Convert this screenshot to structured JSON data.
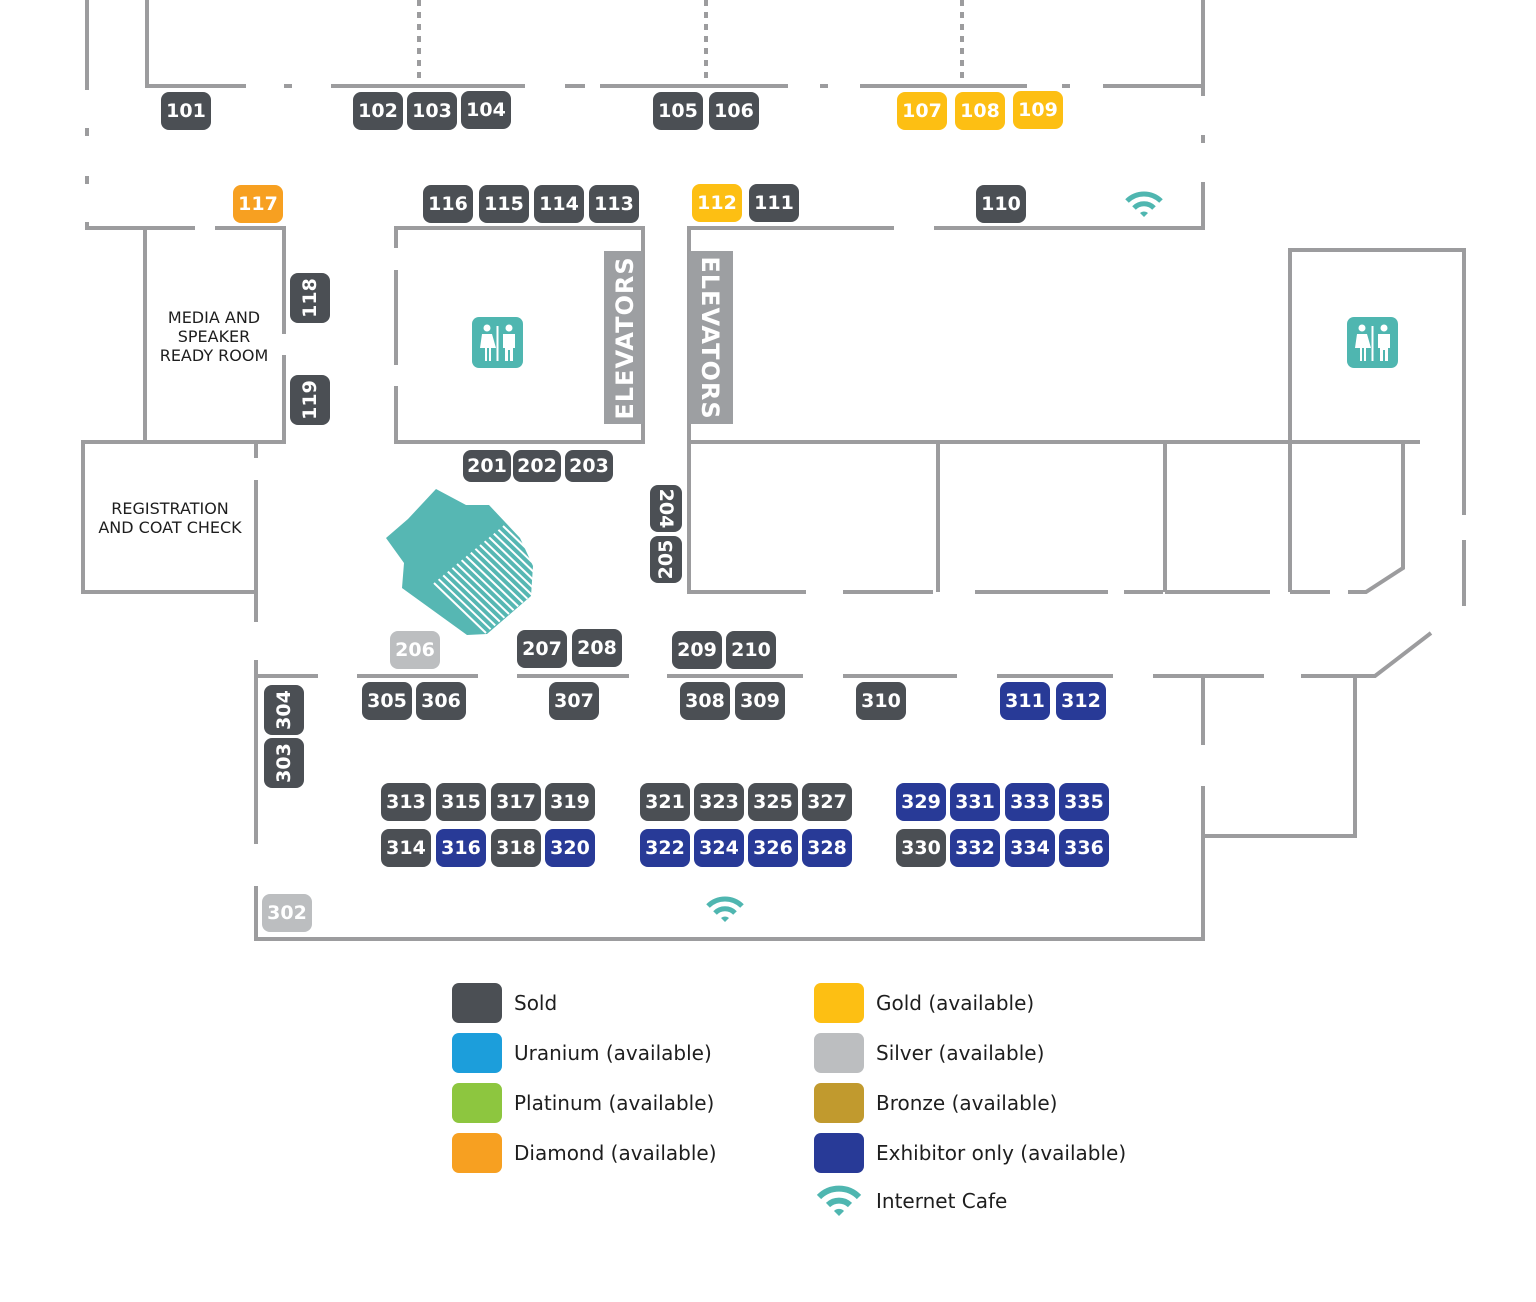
{
  "title": "Exhibit floor plan",
  "statuses": {
    "sold": {
      "label": "Sold",
      "color": "#4b4f54",
      "text": "#ffffff"
    },
    "uranium": {
      "label": "Uranium (available)",
      "color": "#1c9edb",
      "text": "#ffffff"
    },
    "platinum": {
      "label": "Platinum (available)",
      "color": "#8dc63f",
      "text": "#ffffff"
    },
    "diamond": {
      "label": "Diamond (available)",
      "color": "#f7a021",
      "text": "#ffffff"
    },
    "gold": {
      "label": "Gold (available)",
      "color": "#fdbf13",
      "text": "#5a5a4a"
    },
    "silver": {
      "label": "Silver (available)",
      "color": "#bcbec0",
      "text": "#ffffff"
    },
    "bronze": {
      "label": "Bronze (available)",
      "color": "#c19a2e",
      "text": "#ffffff"
    },
    "exhibitor": {
      "label": "Exhibitor only (available)",
      "color": "#283a97",
      "text": "#ffffff"
    }
  },
  "legend": {
    "left": [
      "sold",
      "uranium",
      "platinum",
      "diamond"
    ],
    "right": [
      "gold",
      "silver",
      "bronze",
      "exhibitor"
    ],
    "internet_cafe_label": "Internet Cafe",
    "internet_cafe_color": "#4fb6b0"
  },
  "rooms": {
    "media_room": [
      "MEDIA AND",
      "SPEAKER",
      "READY ROOM"
    ],
    "registration": [
      "REGISTRATION",
      "AND COAT CHECK"
    ],
    "elevators_left": "ELEVATORS",
    "elevators_right": "ELEVATORS"
  },
  "amenities": {
    "restroom_color": "#4fb6b0",
    "stairs_color": "#56b7b3"
  },
  "booths": [
    {
      "id": "101",
      "status": "sold"
    },
    {
      "id": "102",
      "status": "sold"
    },
    {
      "id": "103",
      "status": "sold"
    },
    {
      "id": "104",
      "status": "sold"
    },
    {
      "id": "105",
      "status": "sold"
    },
    {
      "id": "106",
      "status": "sold"
    },
    {
      "id": "107",
      "status": "gold"
    },
    {
      "id": "108",
      "status": "gold"
    },
    {
      "id": "109",
      "status": "gold"
    },
    {
      "id": "110",
      "status": "sold"
    },
    {
      "id": "111",
      "status": "sold"
    },
    {
      "id": "112",
      "status": "gold"
    },
    {
      "id": "113",
      "status": "sold"
    },
    {
      "id": "114",
      "status": "sold"
    },
    {
      "id": "115",
      "status": "sold"
    },
    {
      "id": "116",
      "status": "sold"
    },
    {
      "id": "117",
      "status": "diamond"
    },
    {
      "id": "118",
      "status": "sold"
    },
    {
      "id": "119",
      "status": "sold"
    },
    {
      "id": "201",
      "status": "sold"
    },
    {
      "id": "202",
      "status": "sold"
    },
    {
      "id": "203",
      "status": "sold"
    },
    {
      "id": "204",
      "status": "sold"
    },
    {
      "id": "205",
      "status": "sold"
    },
    {
      "id": "206",
      "status": "silver"
    },
    {
      "id": "207",
      "status": "sold"
    },
    {
      "id": "208",
      "status": "sold"
    },
    {
      "id": "209",
      "status": "sold"
    },
    {
      "id": "210",
      "status": "sold"
    },
    {
      "id": "302",
      "status": "silver"
    },
    {
      "id": "303",
      "status": "sold"
    },
    {
      "id": "304",
      "status": "sold"
    },
    {
      "id": "305",
      "status": "sold"
    },
    {
      "id": "306",
      "status": "sold"
    },
    {
      "id": "307",
      "status": "sold"
    },
    {
      "id": "308",
      "status": "sold"
    },
    {
      "id": "309",
      "status": "sold"
    },
    {
      "id": "310",
      "status": "sold"
    },
    {
      "id": "311",
      "status": "exhibitor"
    },
    {
      "id": "312",
      "status": "exhibitor"
    },
    {
      "id": "313",
      "status": "sold"
    },
    {
      "id": "314",
      "status": "sold"
    },
    {
      "id": "315",
      "status": "sold"
    },
    {
      "id": "316",
      "status": "exhibitor"
    },
    {
      "id": "317",
      "status": "sold"
    },
    {
      "id": "318",
      "status": "sold"
    },
    {
      "id": "319",
      "status": "sold"
    },
    {
      "id": "320",
      "status": "exhibitor"
    },
    {
      "id": "321",
      "status": "sold"
    },
    {
      "id": "322",
      "status": "exhibitor"
    },
    {
      "id": "323",
      "status": "sold"
    },
    {
      "id": "324",
      "status": "exhibitor"
    },
    {
      "id": "325",
      "status": "sold"
    },
    {
      "id": "326",
      "status": "exhibitor"
    },
    {
      "id": "327",
      "status": "sold"
    },
    {
      "id": "328",
      "status": "exhibitor"
    },
    {
      "id": "329",
      "status": "exhibitor"
    },
    {
      "id": "330",
      "status": "sold"
    },
    {
      "id": "331",
      "status": "exhibitor"
    },
    {
      "id": "332",
      "status": "exhibitor"
    },
    {
      "id": "333",
      "status": "exhibitor"
    },
    {
      "id": "334",
      "status": "exhibitor"
    },
    {
      "id": "335",
      "status": "exhibitor"
    },
    {
      "id": "336",
      "status": "exhibitor"
    }
  ]
}
